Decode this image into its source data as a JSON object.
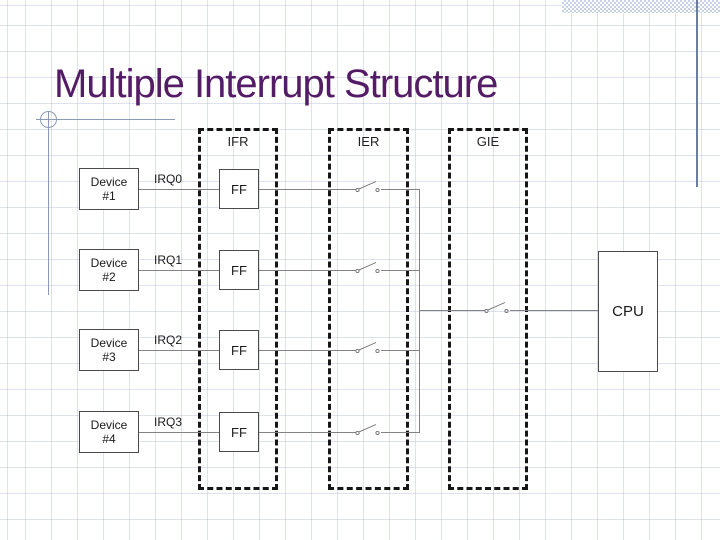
{
  "slide": {
    "title": "Multiple Interrupt Structure"
  },
  "diagram": {
    "registers": [
      {
        "label": "IFR"
      },
      {
        "label": "IER"
      },
      {
        "label": "GIE"
      }
    ],
    "rows": [
      {
        "device_line1": "Device",
        "device_line2": "#1",
        "irq_label": "IRQ0",
        "ff_label": "FF"
      },
      {
        "device_line1": "Device",
        "device_line2": "#2",
        "irq_label": "IRQ1",
        "ff_label": "FF"
      },
      {
        "device_line1": "Device",
        "device_line2": "#3",
        "irq_label": "IRQ2",
        "ff_label": "FF"
      },
      {
        "device_line1": "Device",
        "device_line2": "#4",
        "irq_label": "IRQ3",
        "ff_label": "FF"
      }
    ],
    "cpu_label": "CPU"
  },
  "colors": {
    "title_purple": "#541b66",
    "accent_slate": "#6b7f9c",
    "ornament_blue": "#8b9ab4",
    "band_blue": "#c6d2e6",
    "diagram_line_gray": "#838383",
    "box_border_gray": "#4a4a4a",
    "dashed_box_black": "#161616"
  }
}
